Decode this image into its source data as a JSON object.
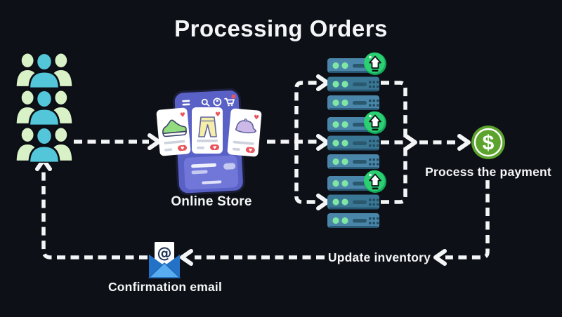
{
  "title": "Processing Orders",
  "nodes": {
    "customers": {
      "icon": "people-group-icon"
    },
    "store": {
      "label": "Online Store",
      "icon": "online-store-phone-icon"
    },
    "servers": {
      "icon": "server-stack-icon",
      "badge_icon": "upload-arrow-badge-icon"
    },
    "payment": {
      "label": "Process the payment",
      "icon": "dollar-coin-icon",
      "symbol": "$"
    },
    "inventory": {
      "label": "Update inventory"
    },
    "email": {
      "label": "Confirmation email",
      "icon": "email-envelope-icon",
      "symbol": "@"
    }
  },
  "colors": {
    "background": "#0d1016",
    "line": "#f4f5f6",
    "text": "#f5f6f7",
    "people_green": "#d9f1c7",
    "people_teal": "#54c6da",
    "server_blue": "#4a86a9",
    "server_blue_dark": "#3a7795",
    "server_dot_green": "#7fe7a4",
    "server_detail": "#29586f",
    "badge_green": "#2bd072",
    "badge_green_dark": "#14a75c",
    "dollar_green": "#5ca32d",
    "envelope_blue": "#2e84da",
    "envelope_blue_light": "#58acf0",
    "phone_indigo": "#5a61c6",
    "phone_panel": "#7077d8",
    "accent_red": "#e8575f"
  }
}
